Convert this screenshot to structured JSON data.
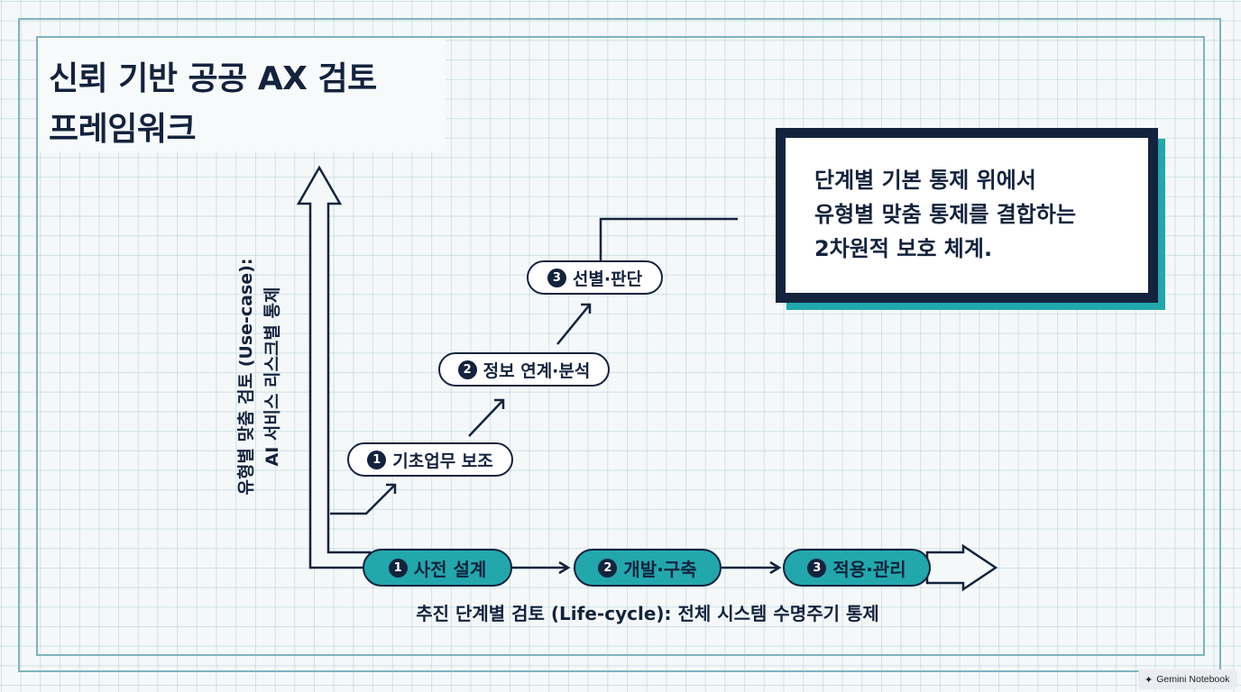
{
  "title": "신뢰 기반 공공 AX 검토\n프레임워크",
  "y_axis": {
    "line1": "유형별 맞춤 검토 (Use-case):",
    "line2": "AI 서비스 리스크별 통제"
  },
  "x_axis": {
    "label": "추진 단계별 검토 (Life-cycle): 전체 시스템 수명주기 통제"
  },
  "use_case_steps": [
    {
      "num": "1",
      "label": "기초업무 보조"
    },
    {
      "num": "2",
      "label": "정보 연계·분석"
    },
    {
      "num": "3",
      "label": "선별·판단"
    }
  ],
  "lifecycle_steps": [
    {
      "num": "1",
      "label": "사전 설계"
    },
    {
      "num": "2",
      "label": "개발·구축"
    },
    {
      "num": "3",
      "label": "적용·관리"
    }
  ],
  "callout": {
    "text": "단계별 기본 통제 위에서\n유형별 맞춤 통제를 결합하는\n2차원적 보호 체계."
  },
  "badge": {
    "icon": "gemini-spark-icon",
    "label": "Gemini Notebook"
  },
  "colors": {
    "navy": "#13233d",
    "teal": "#22a7ad",
    "grid": "#7fb3bf",
    "background": "#f4f8f9"
  }
}
